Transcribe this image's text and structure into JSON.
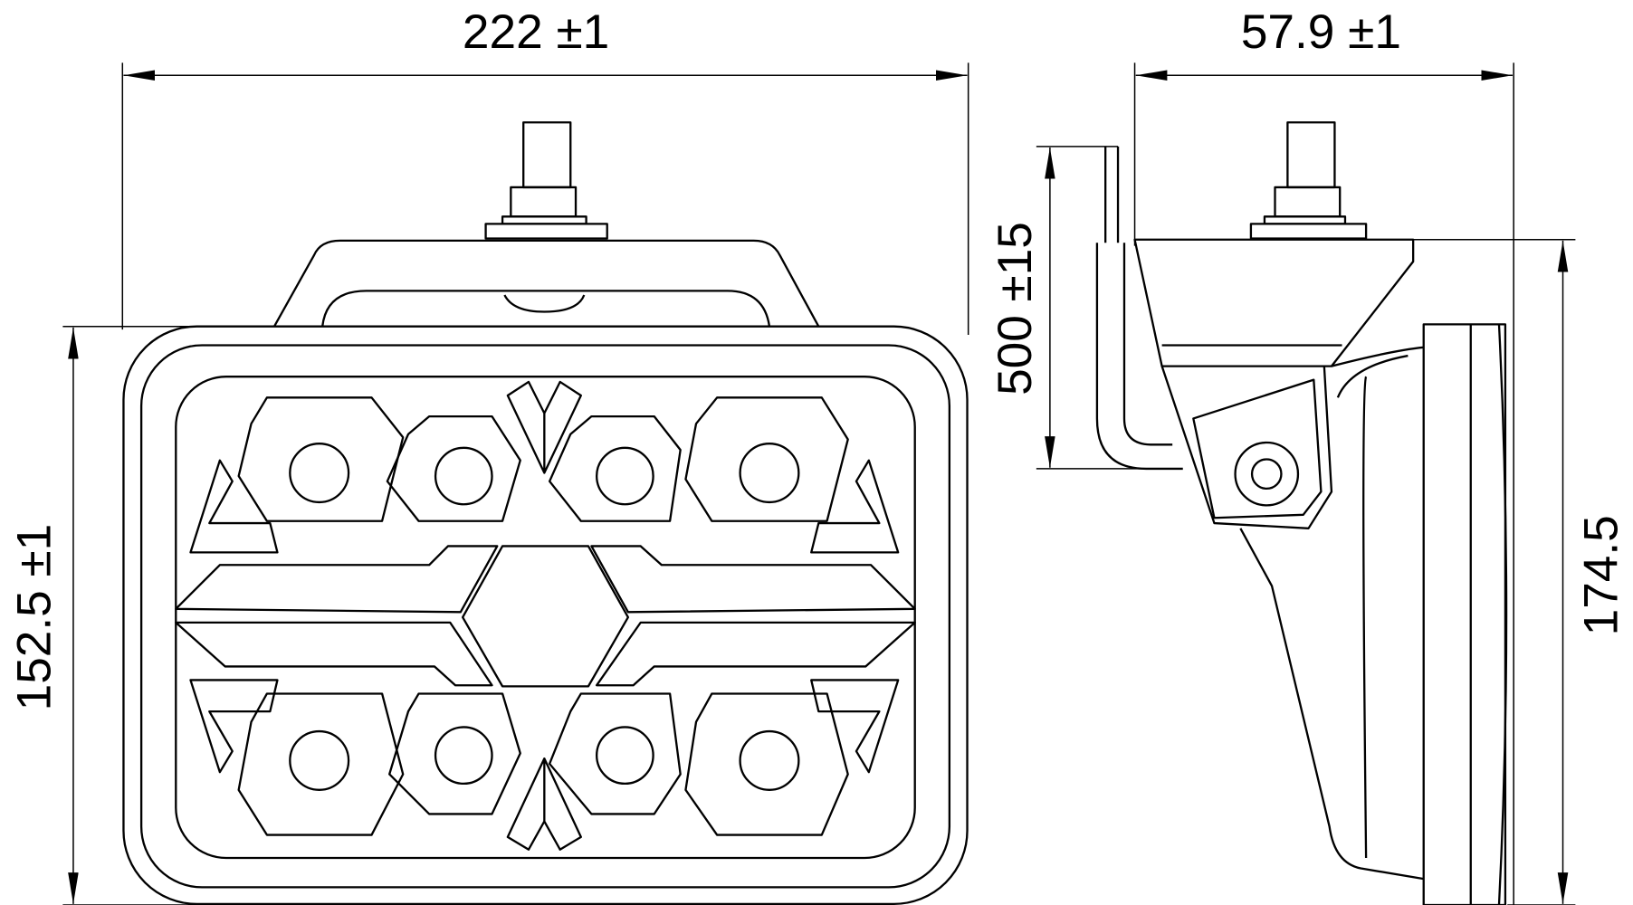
{
  "drawing": {
    "width_dimension": "222 ±1",
    "depth_dimension": "57.9 ±1",
    "cable_length_dimension": "500 ±15",
    "height_dimension": "152.5 ±1",
    "overall_height_dimension": "174.5"
  }
}
